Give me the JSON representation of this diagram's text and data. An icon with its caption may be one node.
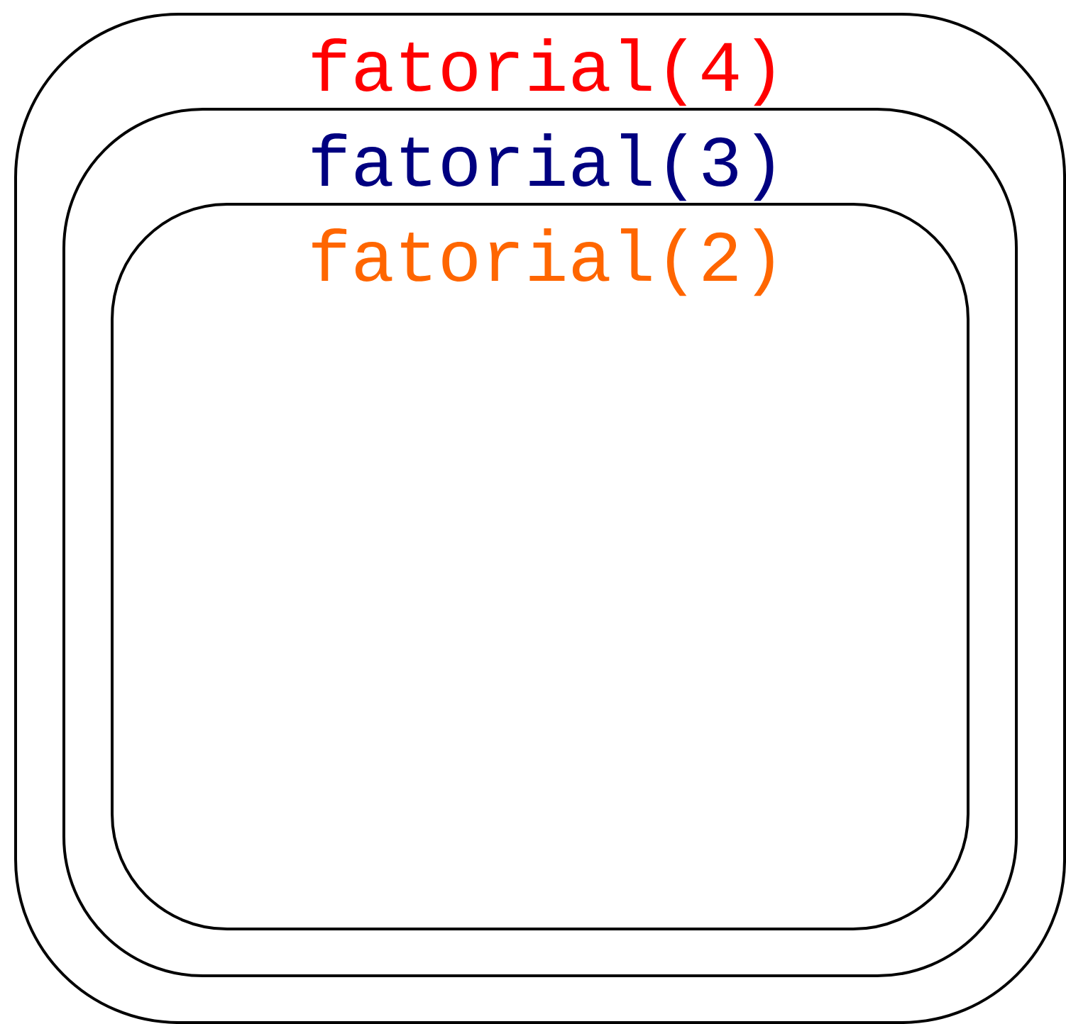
{
  "diagram": {
    "nodes": [
      {
        "text": [
          "fatorial(4)"
        ]
      },
      {
        "text": [
          "fatorial(3)"
        ],
        "in": 0
      },
      {
        "text": [
          "fatorial(2)"
        ],
        "in": 1
      }
    ]
  }
}
